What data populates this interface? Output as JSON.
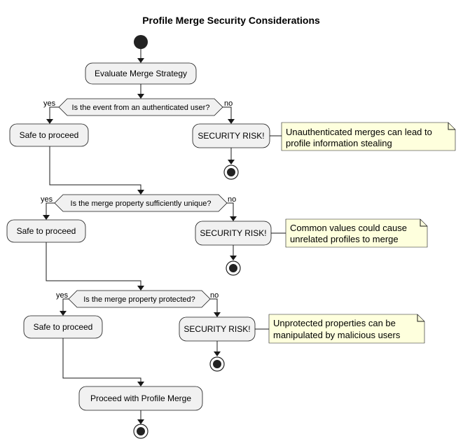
{
  "diagram": {
    "title": "Profile Merge Security Considerations",
    "start_action": "Evaluate Merge Strategy",
    "decisions": [
      {
        "question": "Is the event from an authenticated user?",
        "yes_label": "yes",
        "no_label": "no",
        "yes_action": "Safe to proceed",
        "no_action": "SECURITY RISK!",
        "note_lines": [
          "Unauthenticated merges can lead to",
          "profile information stealing"
        ]
      },
      {
        "question": "Is the merge property sufficiently unique?",
        "yes_label": "yes",
        "no_label": "no",
        "yes_action": "Safe to proceed",
        "no_action": "SECURITY RISK!",
        "note_lines": [
          "Common values could cause",
          "unrelated profiles to merge"
        ]
      },
      {
        "question": "Is the merge property protected?",
        "yes_label": "yes",
        "no_label": "no",
        "yes_action": "Safe to proceed",
        "no_action": "SECURITY RISK!",
        "note_lines": [
          "Unprotected properties can be",
          "manipulated by malicious users"
        ]
      }
    ],
    "final_action": "Proceed with Profile Merge"
  },
  "colors": {
    "node_fill": "#f1f1f1",
    "node_stroke": "#181818",
    "note_fill": "#feffdd",
    "start_node": "#222222"
  }
}
